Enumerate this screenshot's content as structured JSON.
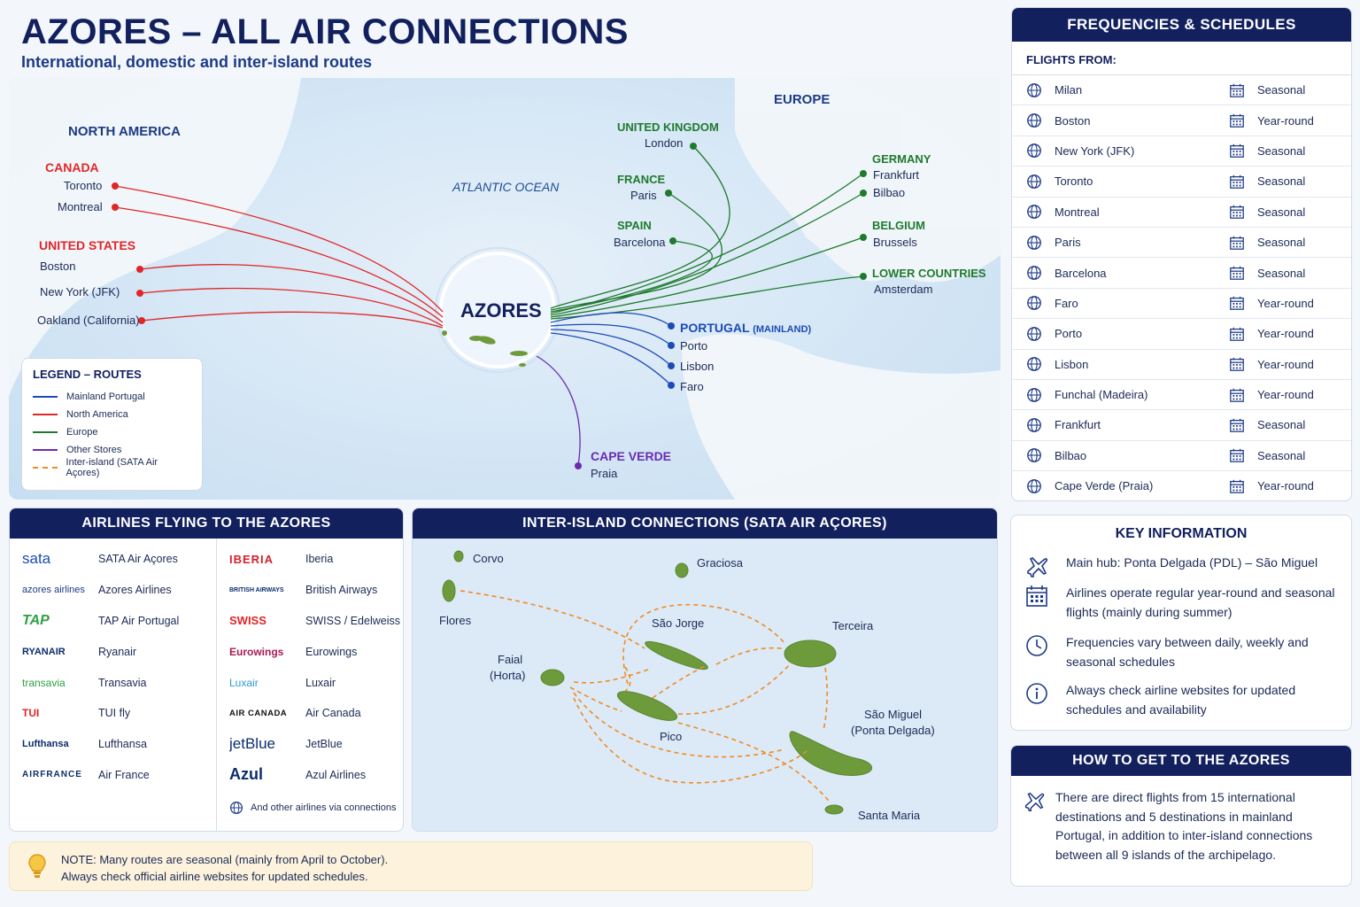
{
  "header": {
    "title": "AZORES – ALL AIR CONNECTIONS",
    "subtitle": "International, domestic and inter-island routes"
  },
  "map": {
    "north_america": "NORTH AMERICA",
    "europe": "EUROPE",
    "ocean": "ATLANTIC OCEAN",
    "hub": "AZORES",
    "canada": {
      "label": "CANADA",
      "cities": [
        "Toronto",
        "Montreal"
      ]
    },
    "usa": {
      "label": "UNITED STATES",
      "cities": [
        "Boston",
        "New York (JFK)",
        "Oakland (California)"
      ]
    },
    "uk": {
      "label": "UNITED KINGDOM",
      "city": "London"
    },
    "france": {
      "label": "FRANCE",
      "city": "Paris"
    },
    "spain": {
      "label": "SPAIN",
      "city": "Barcelona"
    },
    "germany": {
      "label": "GERMANY",
      "cities": [
        "Frankfurt",
        "Bilbao"
      ]
    },
    "belgium": {
      "label": "BELGIUM",
      "city": "Brussels"
    },
    "lower": {
      "label": "LOWER COUNTRIES",
      "city": "Amsterdam"
    },
    "portugal": {
      "label": "PORTUGAL",
      "label_small": "(MAINLAND)",
      "cities": [
        "Porto",
        "Lisbon",
        "Faro"
      ]
    },
    "cape_verde": {
      "label": "CAPE VERDE",
      "city": "Praia"
    },
    "colors": {
      "mainland": "#1d4bb5",
      "north_america": "#e02727",
      "europe": "#1f7a2e",
      "other": "#6a2bb0",
      "inter_island": "#f08a24"
    }
  },
  "legend": {
    "title": "LEGEND – ROUTES",
    "items": [
      "Mainland Portugal",
      "North America",
      "Europe",
      "Other Stores",
      "Inter-island (SATA Air Açores)"
    ]
  },
  "frequencies": {
    "title": "FREQUENCIES & SCHEDULES",
    "subheading": "FLIGHTS FROM:",
    "rows": [
      {
        "city": "Milan",
        "freq": "Seasonal"
      },
      {
        "city": "Boston",
        "freq": "Year-round"
      },
      {
        "city": "New York (JFK)",
        "freq": "Seasonal"
      },
      {
        "city": "Toronto",
        "freq": "Seasonal"
      },
      {
        "city": "Montreal",
        "freq": "Seasonal"
      },
      {
        "city": "Paris",
        "freq": "Seasonal"
      },
      {
        "city": "Barcelona",
        "freq": "Seasonal"
      },
      {
        "city": "Faro",
        "freq": "Year-round"
      },
      {
        "city": "Porto",
        "freq": "Year-round"
      },
      {
        "city": "Lisbon",
        "freq": "Year-round"
      },
      {
        "city": "Funchal (Madeira)",
        "freq": "Year-round"
      },
      {
        "city": "Frankfurt",
        "freq": "Seasonal"
      },
      {
        "city": "Bilbao",
        "freq": "Seasonal"
      },
      {
        "city": "Cape Verde (Praia)",
        "freq": "Year-round"
      }
    ]
  },
  "airlines": {
    "title": "AIRLINES FLYING TO THE AZORES",
    "left": [
      {
        "logo": "sata",
        "name": "SATA Air Açores"
      },
      {
        "logo": "azores airlines",
        "name": "Azores Airlines"
      },
      {
        "logo": "TAP",
        "name": "TAP Air Portugal"
      },
      {
        "logo": "RYANAIR",
        "name": "Ryanair"
      },
      {
        "logo": "transavia",
        "name": "Transavia"
      },
      {
        "logo": "TUI",
        "name": "TUI fly"
      },
      {
        "logo": "Lufthansa",
        "name": "Lufthansa"
      },
      {
        "logo": "AIRFRANCE",
        "name": "Air France"
      }
    ],
    "right": [
      {
        "logo": "IBERIA",
        "name": "Iberia"
      },
      {
        "logo": "BRITISH AIRWAYS",
        "name": "British Airways"
      },
      {
        "logo": "SWISS",
        "name": "SWISS / Edelweiss"
      },
      {
        "logo": "Eurowings",
        "name": "Eurowings"
      },
      {
        "logo": "Luxair",
        "name": "Luxair"
      },
      {
        "logo": "AIR CANADA",
        "name": "Air Canada"
      },
      {
        "logo": "jetBlue",
        "name": "JetBlue"
      },
      {
        "logo": "Azul",
        "name": "Azul Airlines"
      }
    ],
    "other": "And other airlines via connections"
  },
  "inter_island": {
    "title": "INTER-ISLAND CONNECTIONS (SATA AIR AÇORES)",
    "islands": {
      "corvo": "Corvo",
      "flores": "Flores",
      "graciosa": "Graciosa",
      "sao_jorge": "São Jorge",
      "terceira": "Terceira",
      "faial": "Faial",
      "faial2": "(Horta)",
      "pico": "Pico",
      "sao_miguel": "São Miguel",
      "sao_miguel2": "(Ponta Delgada)",
      "santa_maria": "Santa Maria"
    }
  },
  "key_info": {
    "title": "KEY INFORMATION",
    "items": [
      "Main hub: Ponta Delgada (PDL) – São Miguel",
      "Airlines operate regular year-round and seasonal flights (mainly during summer)",
      "Frequencies vary between daily, weekly and seasonal schedules",
      "Always check airline websites for updated schedules and availability"
    ]
  },
  "how_to": {
    "title": "HOW TO GET TO THE AZORES",
    "text": "There are direct flights from 15 international destinations and 5 destinations in mainland Portugal, in addition to inter-island connections between all 9 islands of the archipelago."
  },
  "note": {
    "line1": "NOTE:  Many routes are seasonal (mainly from April to October).",
    "line2": "Always check official airline websites for updated schedules."
  }
}
